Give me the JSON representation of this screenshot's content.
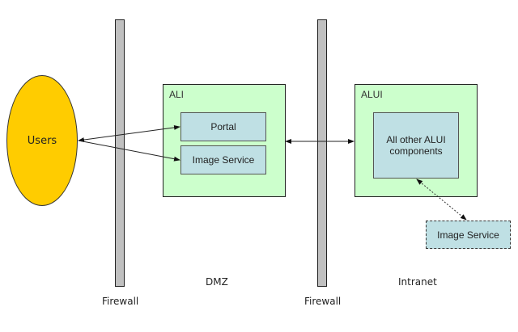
{
  "diagram": {
    "users": {
      "label": "Users"
    },
    "zones": {
      "ali": {
        "label": "ALI",
        "components": [
          "Portal",
          "Image Service"
        ]
      },
      "alui": {
        "label": "ALUI",
        "components": [
          "All other ALUI components"
        ]
      }
    },
    "external_component": {
      "label": "Image Service"
    },
    "firewalls": [
      {
        "label": "Firewall"
      },
      {
        "label": "Firewall"
      }
    ],
    "regions": {
      "dmz": "DMZ",
      "intranet": "Intranet"
    },
    "colors": {
      "users_fill": "#ffcc00",
      "zone_fill": "#ccffcc",
      "component_fill": "#bfe0e4",
      "firewall_fill": "#c0c0c0"
    }
  }
}
